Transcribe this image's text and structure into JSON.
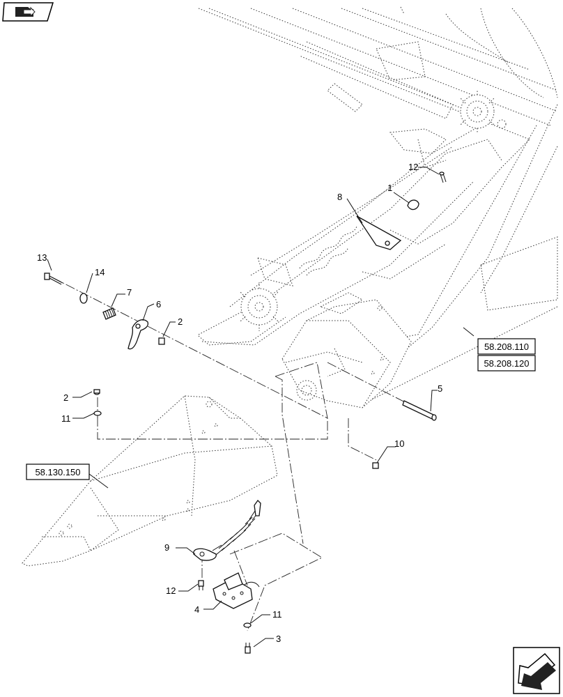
{
  "icons": {
    "top_left": "book-arrow-icon",
    "bottom_right": "next-page-arrow-icon"
  },
  "callouts": {
    "c1": "1",
    "c2a": "2",
    "c2b": "2",
    "c3": "3",
    "c4": "4",
    "c5": "5",
    "c6": "6",
    "c7": "7",
    "c8": "8",
    "c9": "9",
    "c10": "10",
    "c11a": "11",
    "c11b": "11",
    "c12a": "12",
    "c12b": "12",
    "c13": "13",
    "c14": "14"
  },
  "references": {
    "r1": "58.208.110",
    "r2": "58.208.120",
    "r3": "58.130.150"
  }
}
